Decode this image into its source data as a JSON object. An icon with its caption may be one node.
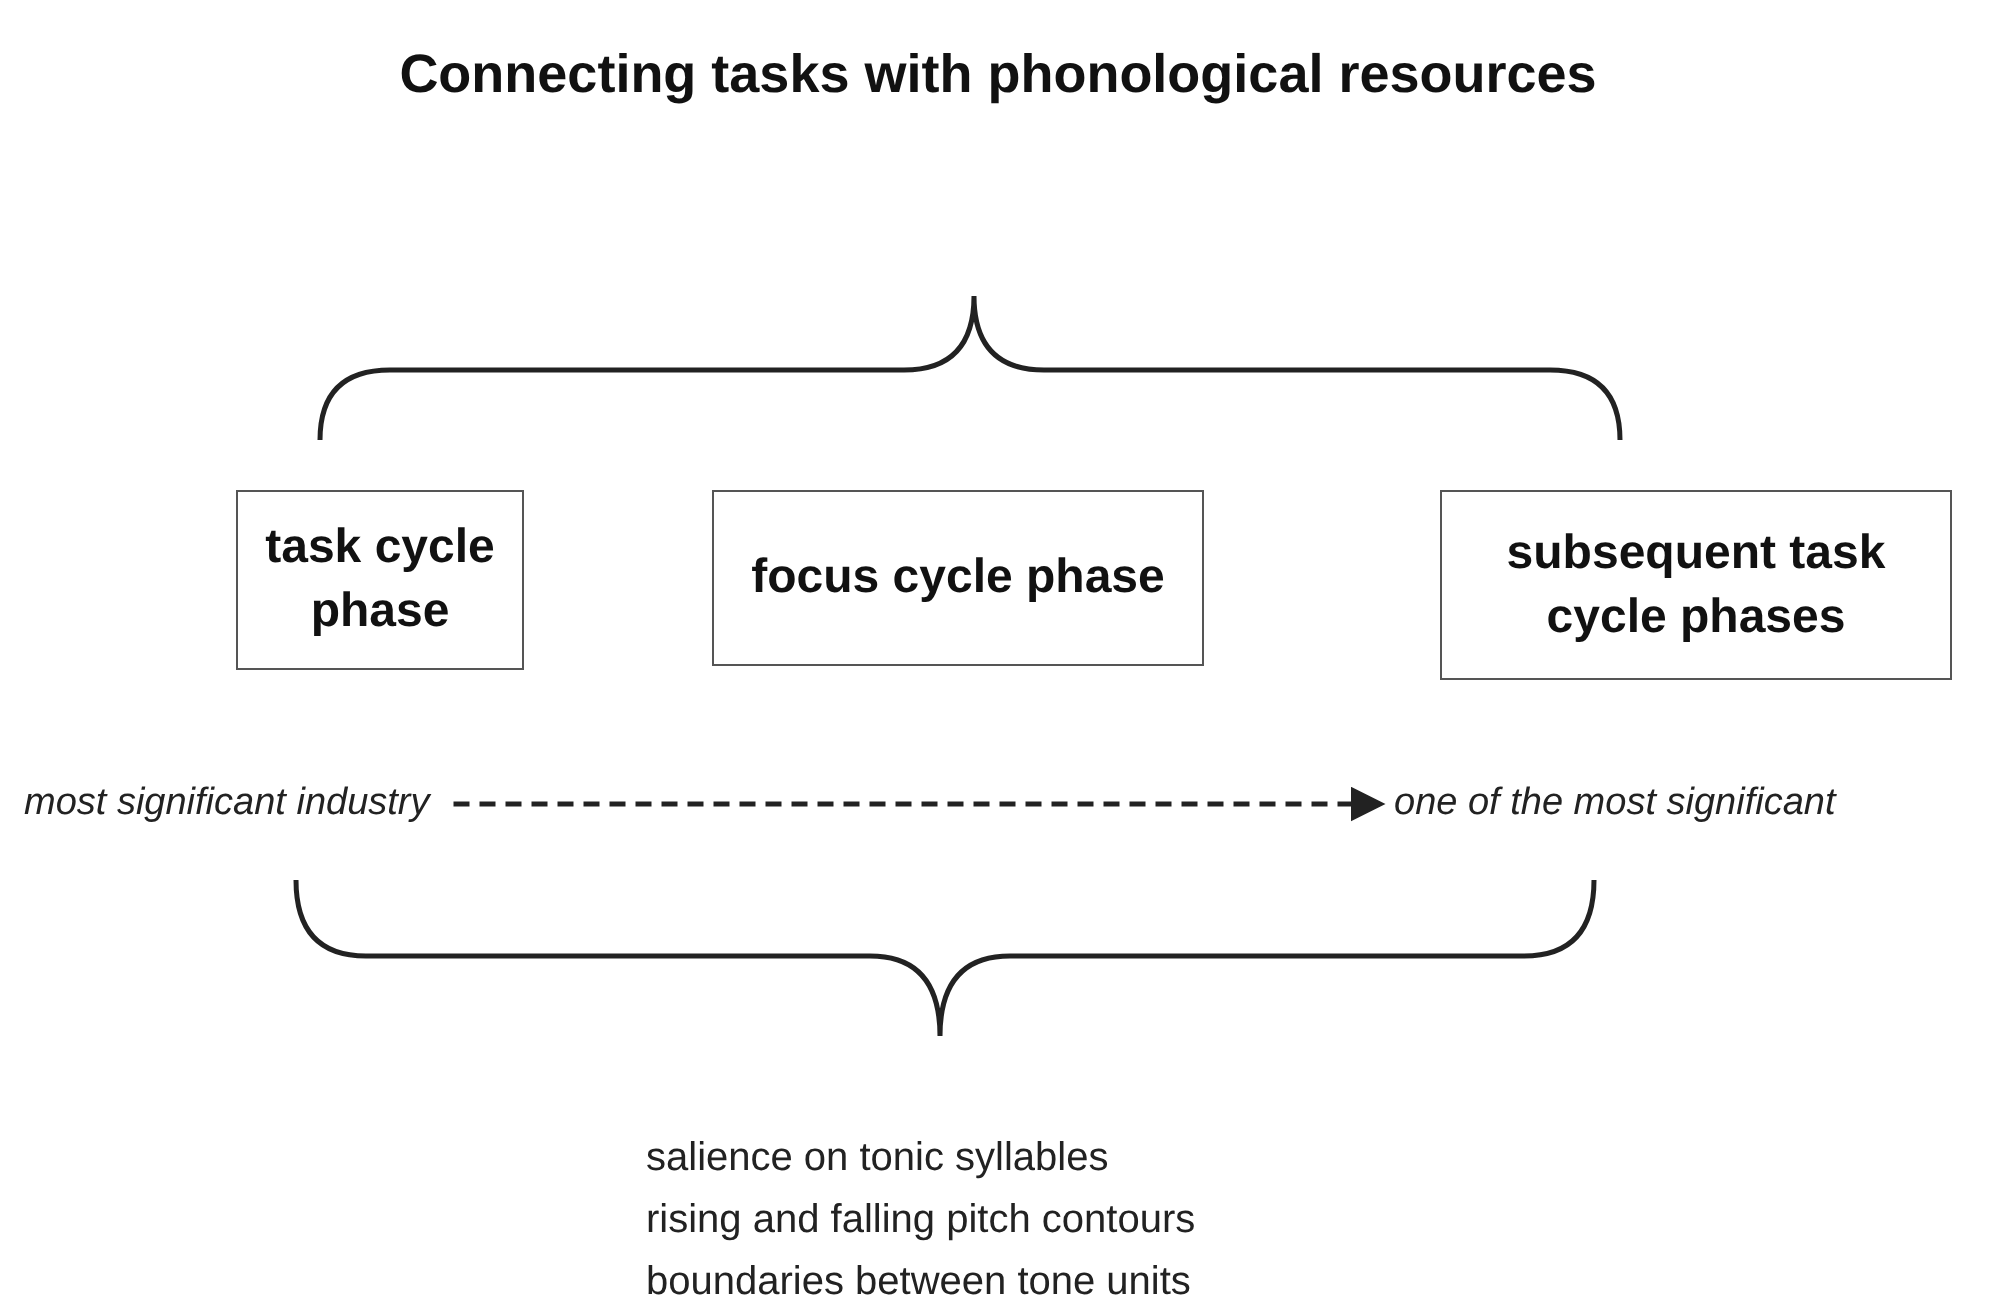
{
  "diagram": {
    "title": "Connecting tasks with phonological resources",
    "nodes": [
      {
        "text": [
          "task cycle phase"
        ]
      },
      {
        "text": [
          "focus cycle phase"
        ]
      },
      {
        "text": [
          "subsequent task cycle phases"
        ]
      },
      {
        "text": [
          "most significant industry"
        ]
      },
      {
        "text": [
          "one of the most significant"
        ]
      }
    ],
    "edges": [
      {
        "from": 3,
        "to": 4,
        "arrow": "to",
        "style": "dashed"
      }
    ],
    "labels": [
      "salience on tonic syllables",
      "rising and falling pitch contours",
      "boundaries between tone units"
    ]
  }
}
